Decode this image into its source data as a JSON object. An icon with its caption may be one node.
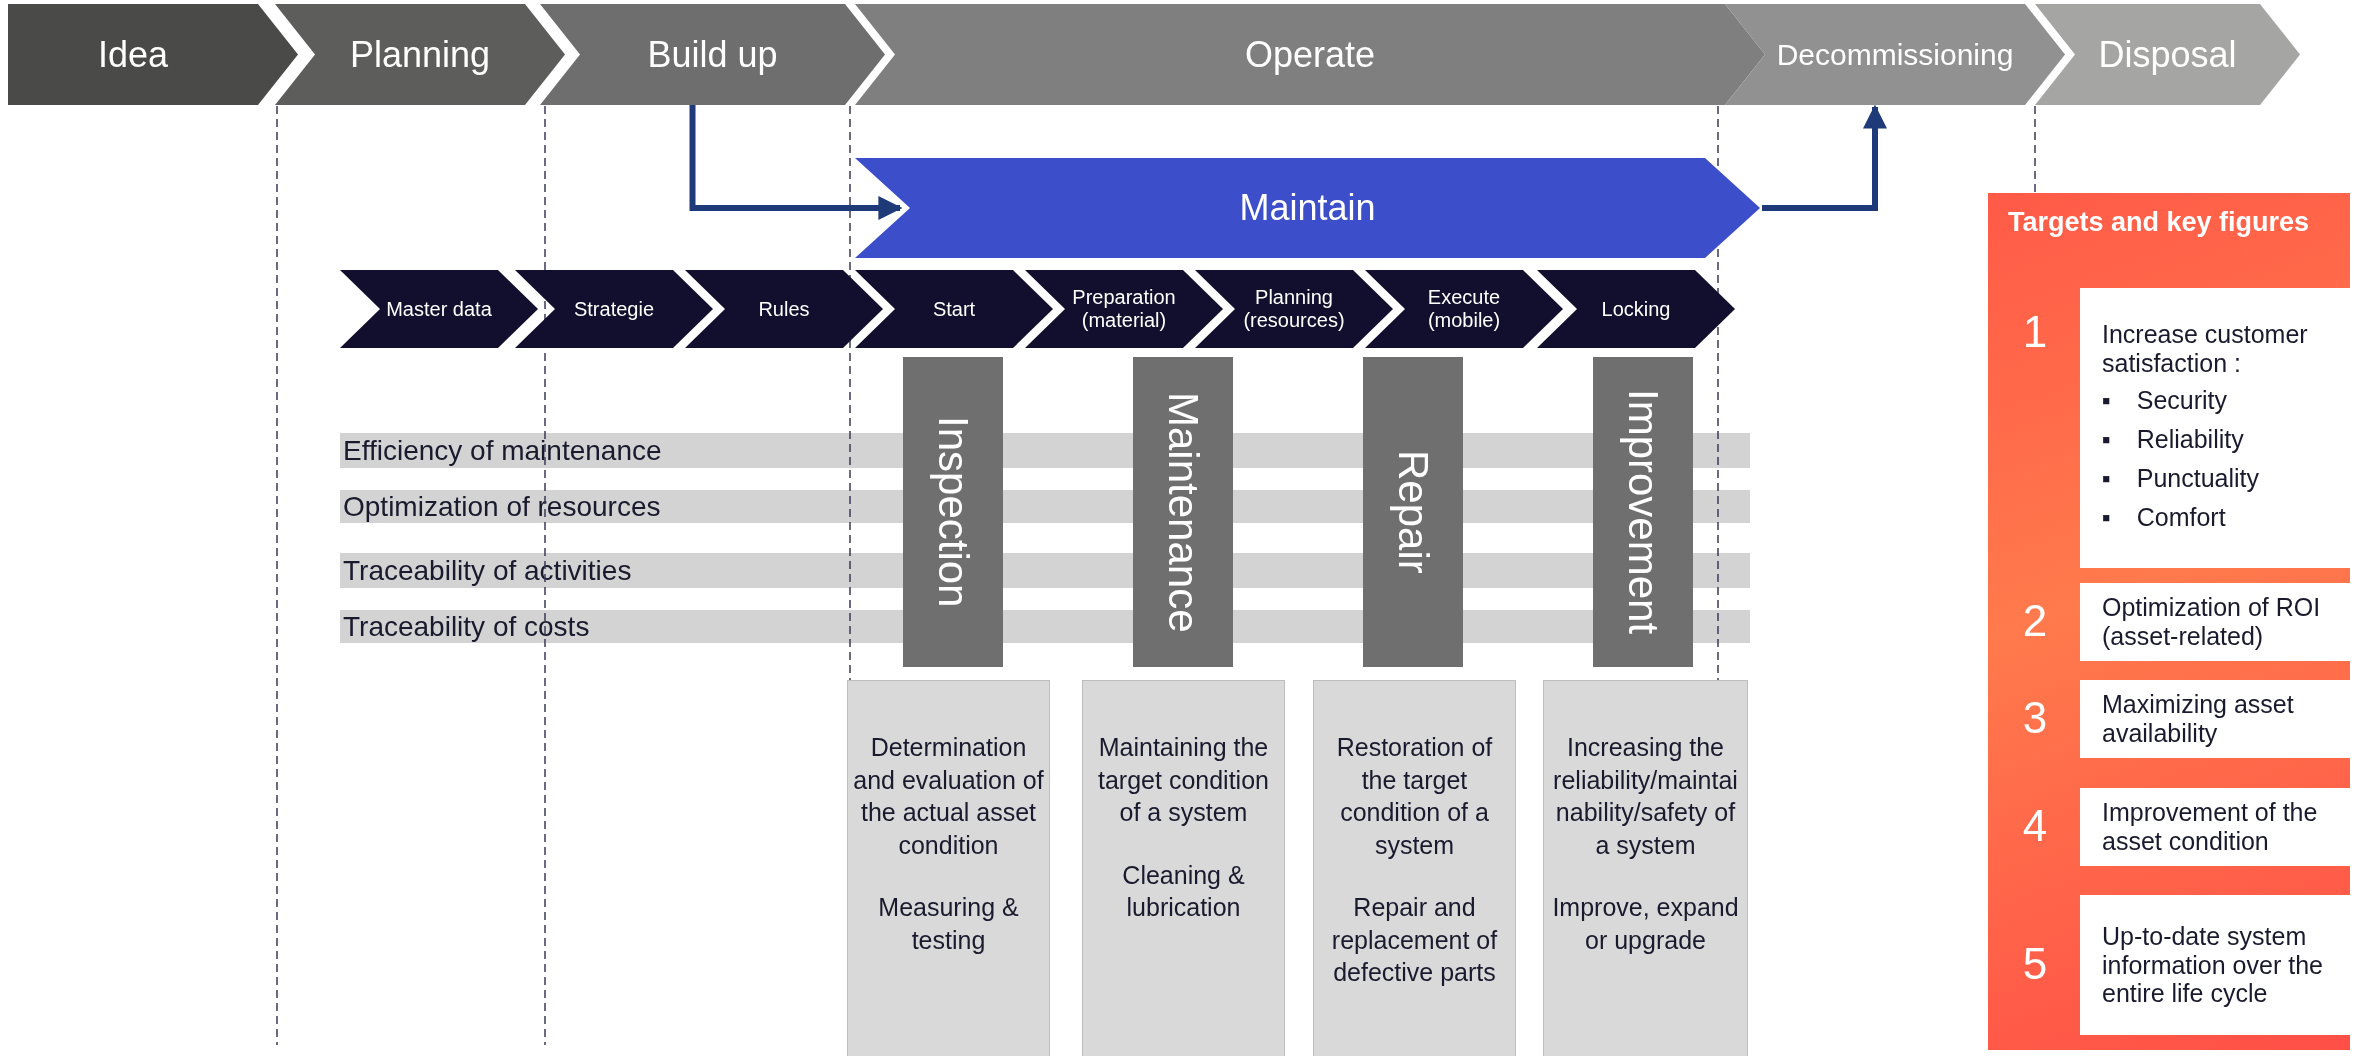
{
  "diagram": {
    "nodes": [
      {
        "text": [
          "Idea"
        ]
      },
      {
        "text": [
          "Planning"
        ]
      },
      {
        "text": [
          "Build up"
        ]
      },
      {
        "text": [
          "Operate"
        ]
      },
      {
        "text": [
          "Decommissioning"
        ]
      },
      {
        "text": [
          "Disposal"
        ]
      },
      {
        "text": [
          "Maintain"
        ]
      },
      {
        "text": [
          "Master data"
        ]
      },
      {
        "text": [
          "Strategie"
        ]
      },
      {
        "text": [
          "Rules"
        ]
      },
      {
        "text": [
          "Start"
        ]
      },
      {
        "text": [
          "Preparation (material)"
        ]
      },
      {
        "text": [
          "Planning (resources)"
        ]
      },
      {
        "text": [
          "Execute (mobile)"
        ]
      },
      {
        "text": [
          "Locking"
        ]
      },
      {
        "text": [
          "Efficiency of maintenance"
        ]
      },
      {
        "text": [
          "Optimization of resources"
        ]
      },
      {
        "text": [
          "Traceability of activities"
        ]
      },
      {
        "text": [
          "Traceability of costs"
        ]
      },
      {
        "text": [
          "Inspection"
        ]
      },
      {
        "text": [
          "Maintenance"
        ]
      },
      {
        "text": [
          "Repair"
        ]
      },
      {
        "text": [
          "Improvement"
        ]
      },
      {
        "text": [
          "Determination and evaluation of the actual asset condition",
          "Measuring & testing"
        ]
      },
      {
        "text": [
          "Maintaining the target condition of a system",
          "Cleaning & lubrication"
        ]
      },
      {
        "text": [
          "Restoration of the target condition of a system",
          "Repair and replacement of defective parts"
        ]
      },
      {
        "text": [
          "Increasing the reliability/maintainability/safety of a system",
          "Improve, expand or upgrade"
        ]
      },
      {
        "text": [
          "Targets and key figures"
        ]
      },
      {
        "text": [
          "Increase customer satisfaction :",
          "▪\tSecurity",
          "▪\tReliability",
          "▪\tPunctuality",
          "▪\tComfort"
        ],
        "beside": [
          "1"
        ],
        "in": 27
      },
      {
        "text": [
          "Optimization of ROI (asset-related)"
        ],
        "beside": [
          "2"
        ],
        "in": 27
      },
      {
        "text": [
          "Maximizing asset availability"
        ],
        "beside": [
          "3"
        ],
        "in": 27
      },
      {
        "text": [
          "Improvement of the asset condition"
        ],
        "beside": [
          "4"
        ],
        "in": 27
      },
      {
        "text": [
          "Up-to-date system information over the entire life cycle"
        ],
        "beside": [
          "5"
        ],
        "in": 27
      }
    ],
    "edges": [
      {
        "from": 2,
        "to": 6,
        "arrow": "to"
      },
      {
        "from": 6,
        "to": 4,
        "arrow": "to"
      }
    ]
  }
}
